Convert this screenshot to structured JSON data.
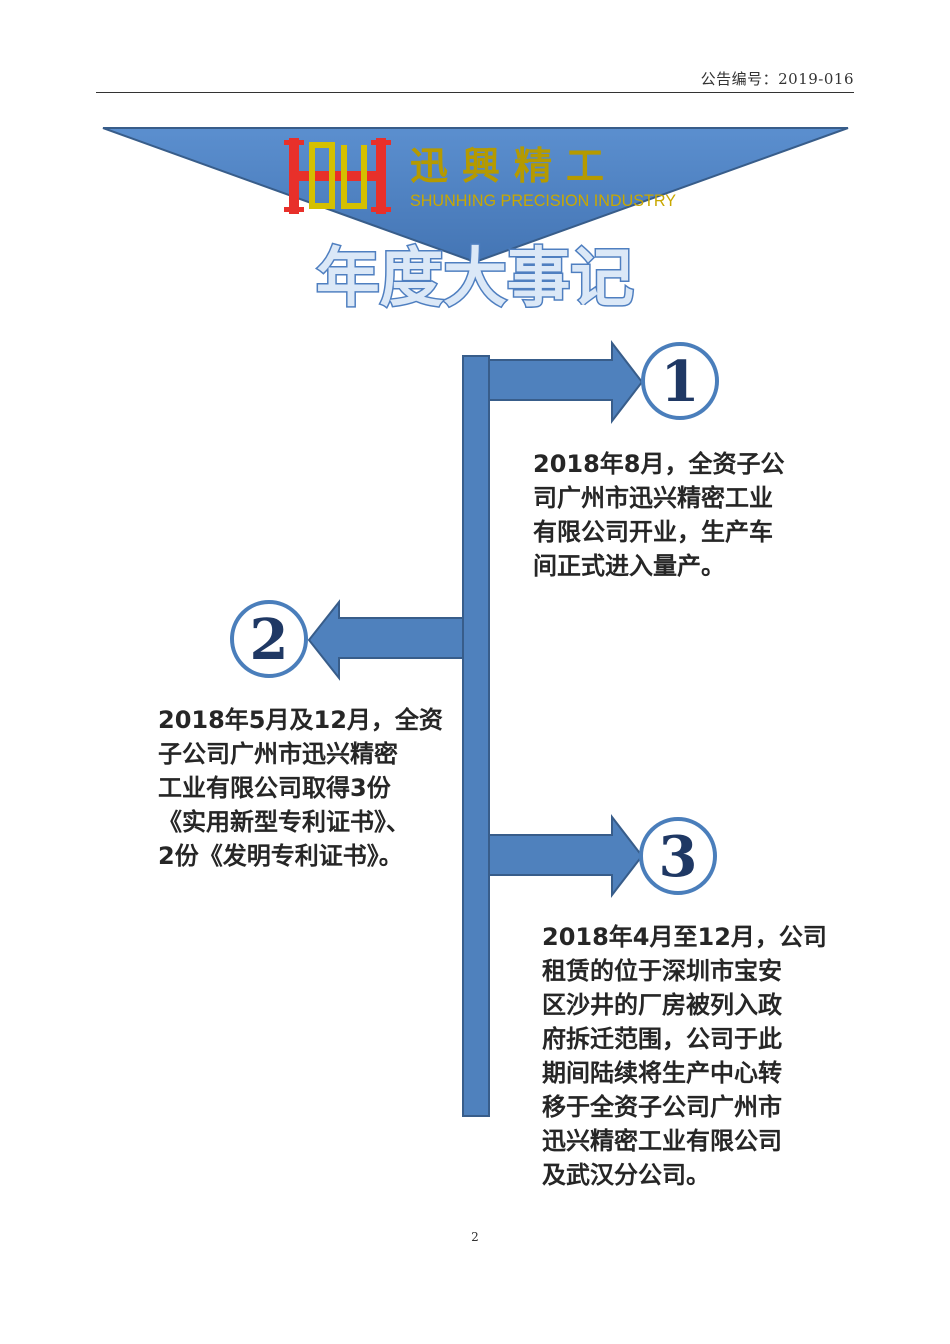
{
  "header": {
    "notice_no": "公告编号：2019-016"
  },
  "banner": {
    "brand_cn": "迅興精工",
    "brand_en": "SHUNHING PRECISION INDUSTRY",
    "title": "年度大事记"
  },
  "timeline": [
    {
      "number": "1",
      "lines": [
        "2018年8月，全资子公",
        "司广州市迅兴精密工业",
        "有限公司开业，生产车",
        "间正式进入量产。"
      ]
    },
    {
      "number": "2",
      "lines": [
        "2018年5月及12月，全资",
        "子公司广州市迅兴精密",
        "工业有限公司取得3份",
        "《实用新型专利证书》、",
        "2份《发明专利证书》。"
      ]
    },
    {
      "number": "3",
      "lines": [
        "2018年4月至12月，公司",
        "租赁的位于深圳市宝安",
        "区沙井的厂房被列入政",
        "府拆迁范围，公司于此",
        "期间陆续将生产中心转",
        "移于全资子公司广州市",
        "迅兴精密工业有限公司",
        "及武汉分公司。"
      ]
    }
  ],
  "page_number": "2",
  "colors": {
    "banner_blue": "#4f81bd",
    "banner_edge": "#385d8a",
    "brand_red": "#e8302a",
    "brand_yellow": "#d4c000",
    "brand_text": "#b59a00",
    "circle_border": "#4a7ebb",
    "numeral": "#1f3864"
  }
}
